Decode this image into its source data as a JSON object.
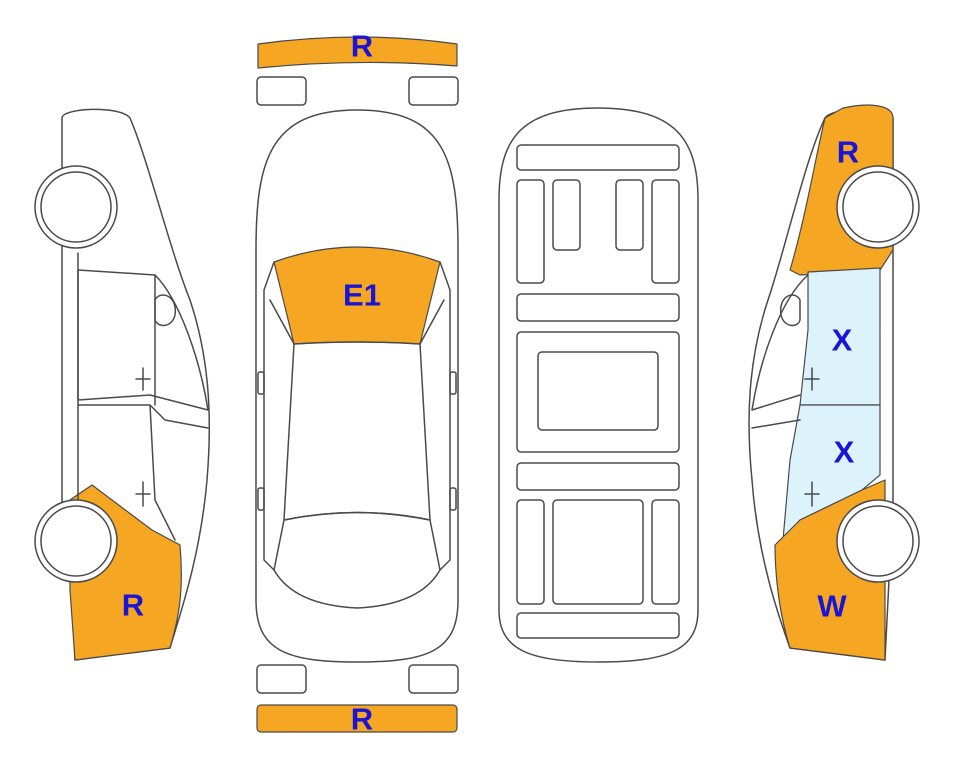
{
  "colors": {
    "damaged": "#f5a623",
    "glass_highlight": "#dcf3fb",
    "code_text": "#1a14d6",
    "outline": "#4a4a4a"
  },
  "codes": {
    "rear_bumper_top": "R",
    "windshield": "E1",
    "front_bumper_bottom": "R",
    "left_side_rear": "R",
    "right_side_rear": "R",
    "right_rear_door": "X",
    "right_front_door": "X",
    "right_side_front": "W"
  }
}
